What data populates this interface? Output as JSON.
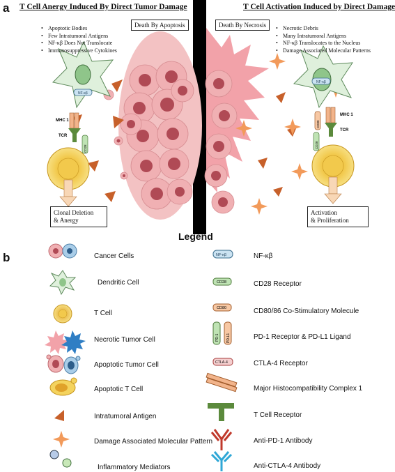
{
  "panel_a": {
    "letter": "a",
    "left": {
      "title": "T Cell Anergy Induced By Direct Tumor Damage",
      "death_label": "Death By Apoptosis",
      "bullets": [
        "Apoptotic Bodies",
        "Few Intratumoral Antigens",
        "NF-κβ Does Not Translocate",
        "Immunosuppressive Cytokines"
      ],
      "nfkb_tag": "NF-κβ",
      "mhc_label": "MHC 1",
      "tcr_label": "TCR",
      "receptor_tag": "CD28",
      "outcome": [
        "Clonal Deletion",
        "& Anergy"
      ]
    },
    "right": {
      "title": "T Cell Activation Induced by Direct Damage",
      "death_label": "Death By Necrosis",
      "bullets": [
        "Necrotic Debris",
        "Many Intratumoral Antigens",
        "NF-κβ Translocates to the Nucleus",
        "Damage Associated Molecular Patterns"
      ],
      "nfkb_tag": "NF-κβ",
      "mhc_label": "MHC 1",
      "tcr_label": "TCR",
      "receptor_tag_1": "CD28",
      "receptor_tag_2": "CD80",
      "outcome": [
        "Activation",
        "& Proliferation"
      ]
    }
  },
  "legend": {
    "title": "Legend",
    "letter": "b",
    "left_items": [
      {
        "icon": "cancer-cells-icon",
        "label": "Cancer Cells"
      },
      {
        "icon": "dendritic-cell-icon",
        "label": "Dendritic Cell"
      },
      {
        "icon": "t-cell-icon",
        "label": "T Cell"
      },
      {
        "icon": "necrotic-tumor-cell-icon",
        "label": "Necrotic Tumor Cell"
      },
      {
        "icon": "apoptotic-tumor-cell-icon",
        "label": "Apoptotic Tumor Cell"
      },
      {
        "icon": "apoptotic-t-cell-icon",
        "label": "Apoptotic T Cell"
      },
      {
        "icon": "intratumoral-antigen-icon",
        "label": "Intratumoral Antigen"
      },
      {
        "icon": "damp-icon",
        "label": "Damage Associated Molecular Pattern"
      },
      {
        "icon": "inflammatory-mediators-icon",
        "label": "Inflammatory Mediators"
      }
    ],
    "right_items": [
      {
        "icon": "nfkb-icon",
        "tag": "NF-κβ",
        "label": "NF-κβ"
      },
      {
        "icon": "cd28-icon",
        "tag": "CD28",
        "label": "CD28 Receptor"
      },
      {
        "icon": "cd80-icon",
        "tag": "CD80",
        "label": "CD80/86 Co-Stimulatory Molecule"
      },
      {
        "icon": "pd1-pdl1-icon",
        "tag": "PD-1",
        "tag2": "PD-L1",
        "label": "PD-1 Receptor & PD-L1 Ligand"
      },
      {
        "icon": "ctla4-icon",
        "tag": "CTLA-4",
        "label": "CTLA-4 Receptor"
      },
      {
        "icon": "mhc1-icon",
        "label": "Major Histocompatibility Complex 1"
      },
      {
        "icon": "tcr-icon",
        "label": "T Cell Receptor"
      },
      {
        "icon": "anti-pd1-antibody-icon",
        "label": "Anti-PD-1 Antibody"
      },
      {
        "icon": "anti-ctla4-antibody-icon",
        "label": "Anti-CTLA-4 Antibody"
      }
    ]
  },
  "colors": {
    "tumor_fill": "#f2b1b3",
    "nucleus": "#b04a55",
    "dendritic": "#dff0dc",
    "t_cell": "#f4d35e",
    "antigen": "#c7602a",
    "damp": "#f29a5a",
    "divider": "#000000"
  }
}
